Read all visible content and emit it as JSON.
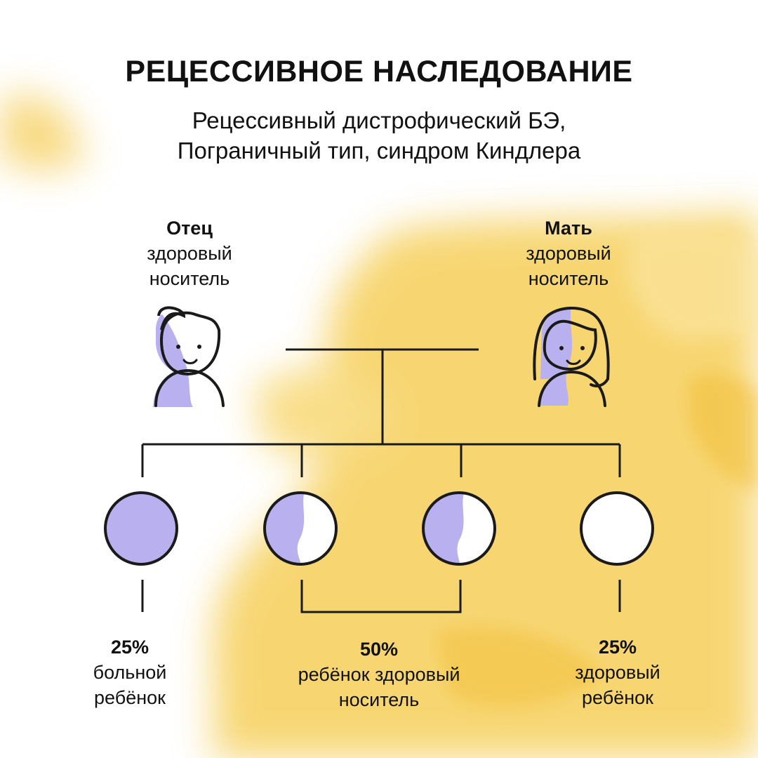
{
  "title": "РЕЦЕССИВНОЕ НАСЛЕДОВАНИЕ",
  "subtitle": {
    "line1": "Рецессивный дистрофический БЭ,",
    "line2": "Пограничный тип, синдром Киндлера"
  },
  "parents": {
    "father": {
      "name": "Отец",
      "status_line1": "здоровый",
      "status_line2": "носитель"
    },
    "mother": {
      "name": "Мать",
      "status_line1": "здоровый",
      "status_line2": "носитель"
    }
  },
  "outcomes": {
    "affected": {
      "percent": "25%",
      "line1": "больной",
      "line2": "ребёнок"
    },
    "carrier": {
      "percent": "50%",
      "line1": "ребёнок здоровый",
      "line2": "носитель"
    },
    "healthy": {
      "percent": "25%",
      "line1": "здоровый",
      "line2": "ребёнок"
    }
  },
  "colors": {
    "accent_purple": "#b9b0f0",
    "background_yellow": "#f6cc4e",
    "line": "#1a1a1a"
  },
  "icons": {
    "father": "man-half-shaded-icon",
    "mother": "woman-half-shaded-icon",
    "child_affected": "fully-shaded-circle",
    "child_carrier": "half-shaded-circle",
    "child_healthy": "empty-circle"
  }
}
